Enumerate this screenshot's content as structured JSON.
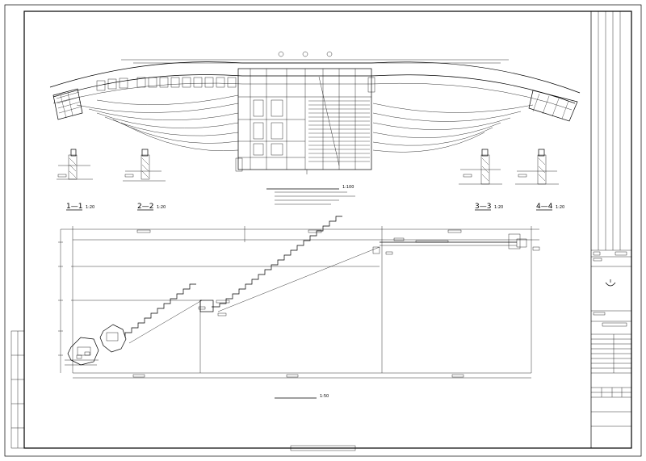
{
  "plan": {
    "title": "",
    "scale": "1:100"
  },
  "sections": [
    {
      "label": "1—1",
      "scale": "1:20"
    },
    {
      "label": "2—2",
      "scale": "1:20"
    },
    {
      "label": "3—3",
      "scale": "1:20"
    },
    {
      "label": "4—4",
      "scale": "1:20"
    }
  ],
  "elevation": {
    "title": "",
    "scale": "1:50"
  }
}
